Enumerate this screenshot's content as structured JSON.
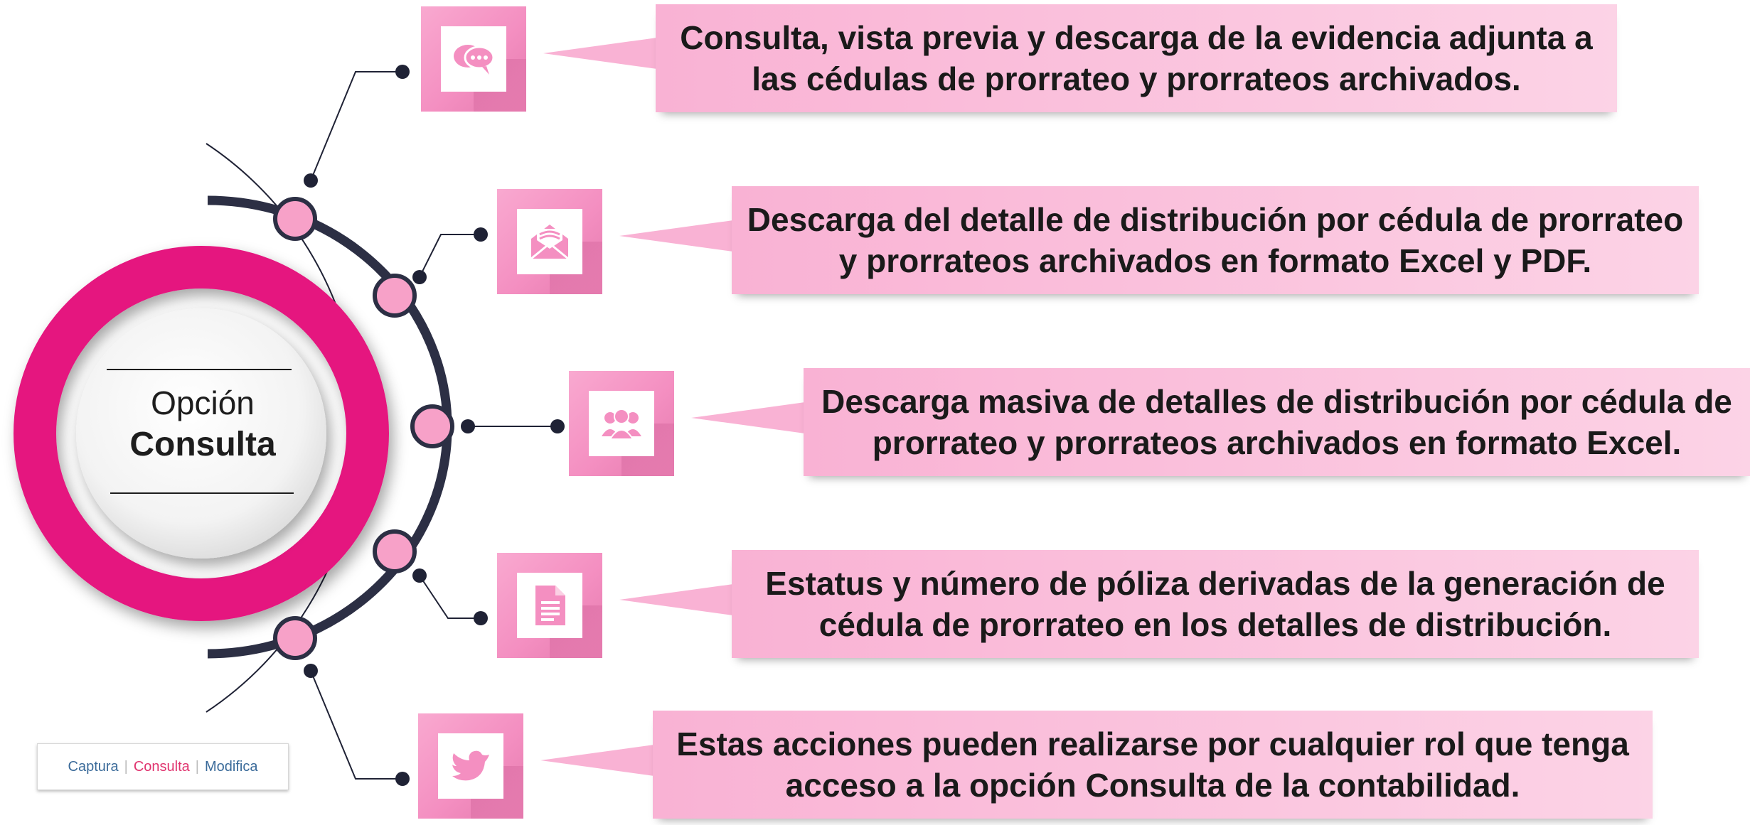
{
  "center": {
    "line1": "Opción",
    "line2": "Consulta"
  },
  "items": [
    {
      "icon": "chat-bubbles-icon",
      "text": "Consulta, vista previa y descarga de la evidencia adjunta a las cédulas de prorrateo y prorrateos archivados."
    },
    {
      "icon": "envelope-icon",
      "text": "Descarga del detalle de distribución por cédula de prorrateo y prorrateos archivados en formato Excel y PDF."
    },
    {
      "icon": "users-group-icon",
      "text": "Descarga masiva de detalles de distribución por cédula de prorrateo y prorrateos archivados en formato Excel."
    },
    {
      "icon": "document-icon",
      "text": "Estatus y número de póliza derivadas de la generación de cédula de prorrateo en los detalles de distribución."
    },
    {
      "icon": "bird-icon",
      "text": "Estas acciones pueden realizarse por cualquier rol que tenga acceso a la opción Consulta de la contabilidad."
    }
  ],
  "legend": {
    "items": [
      "Captura",
      "Consulta",
      "Modifica"
    ],
    "active": "Consulta"
  },
  "colors": {
    "accent": "#e5197f",
    "pink_light": "#f9b2d4",
    "node": "#f7a1c8",
    "dark": "#1f2235"
  }
}
